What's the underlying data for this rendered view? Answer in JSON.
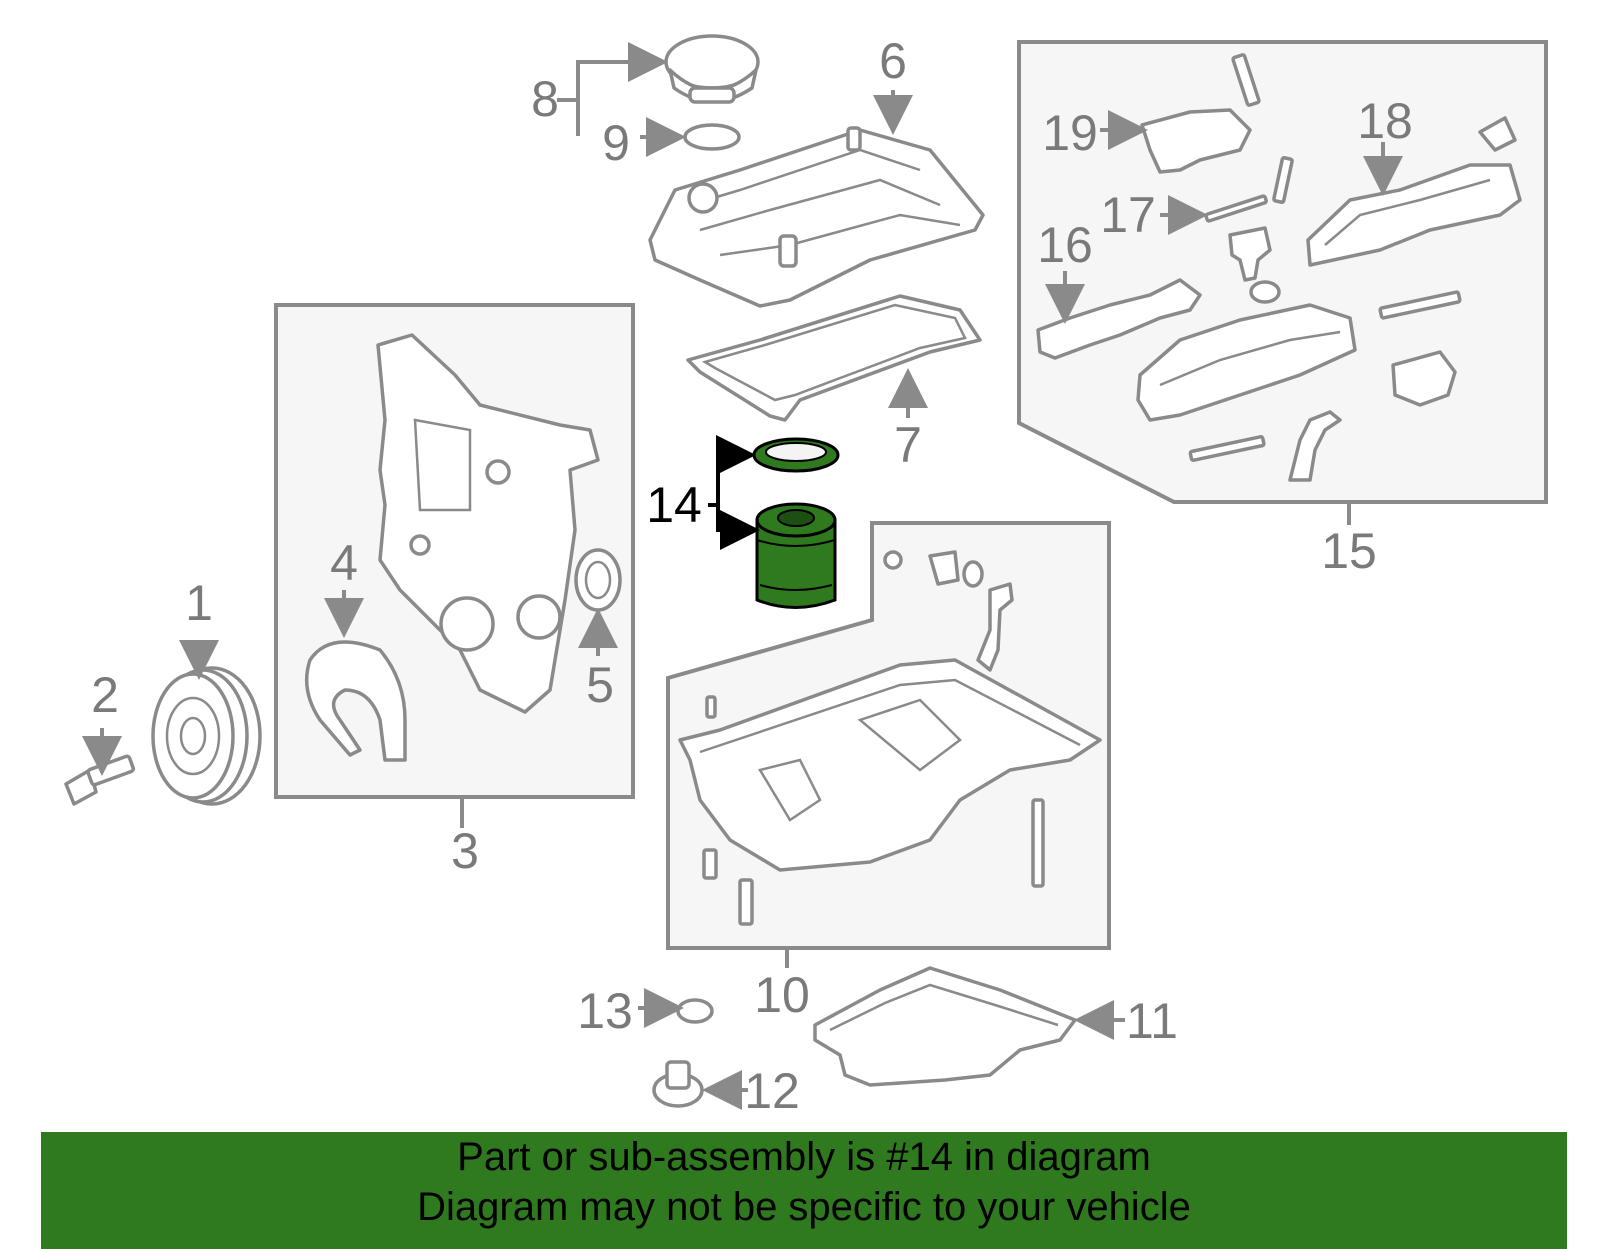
{
  "callouts": {
    "c1": "1",
    "c2": "2",
    "c3": "3",
    "c4": "4",
    "c5": "5",
    "c6": "6",
    "c7": "7",
    "c8": "8",
    "c9": "9",
    "c10": "10",
    "c11": "11",
    "c12": "12",
    "c13": "13",
    "c14": "14",
    "c15": "15",
    "c16": "16",
    "c17": "17",
    "c18": "18",
    "c19": "19"
  },
  "highlighted_part": "14",
  "colors": {
    "highlight": "#2f7a1e",
    "lines": "#8a8a8a",
    "box_fill": "#f6f6f6"
  },
  "banner": {
    "line1": "Part or sub-assembly is #14 in diagram",
    "line2": "Diagram may not be specific to your vehicle"
  }
}
